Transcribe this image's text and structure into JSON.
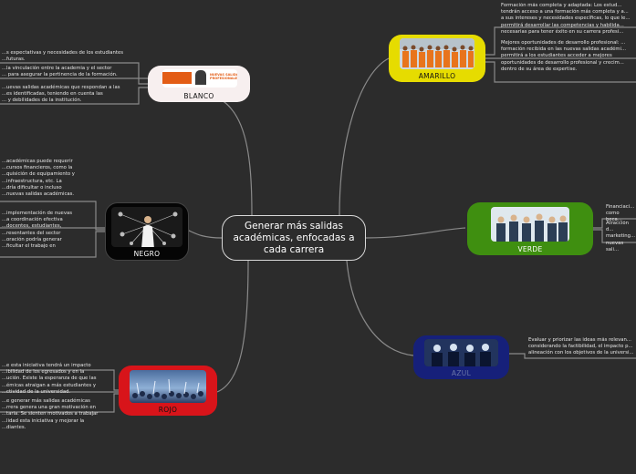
{
  "central_topic": "Generar más salidas académicas, enfocadas a cada carrera",
  "colors": {
    "background": "#2c2c2c",
    "blanco": "#f7efef",
    "negro": "#050505",
    "rojo": "#d8141a",
    "amarillo": "#e6dc00",
    "verde": "#3f8f10",
    "azul": "#16207a"
  },
  "nodes": {
    "blanco": {
      "label": "BLANCO",
      "image_text": "NUEVAS SALIDAS PROFESIONALES"
    },
    "negro": {
      "label": "NEGRO"
    },
    "rojo": {
      "label": "ROJO"
    },
    "amarillo": {
      "label": "AMARILLO"
    },
    "verde": {
      "label": "VERDE"
    },
    "azul": {
      "label": "AZUL"
    }
  },
  "notes": {
    "blanco_1": "...s expectativas y necesidades de los estudiantes\n...futuras.",
    "blanco_2": "...la vinculación entre la academia y el sector\n... para asegurar la pertinencia de la formación.",
    "blanco_3": "...uevas salidas académicas que respondan a las\n...es identificadas, teniendo en cuenta las\n... y debilidades de la institución.",
    "negro_1": "...académicas puede requerir\n...cursos financieros, como la\n...quisición de equipamiento y\n...infraestructura, etc. La\n...dría dificultar o incluso\n...nuevas salidas académicas.",
    "negro_2": "...implementación de nuevas\n...a coordinación efectiva\n...docentes, estudiantes,\n...resentantes del sector\n...oración podría generar\n...ficultar el trabajo en",
    "rojo_1": "...e esta iniciativa tendrá un impacto\n...ibilidad de los egresados y en la\n...ución. Existe la esperanza de que las\n...émicas atraigan a más estudiantes y\n...ctividad de la universidad.",
    "rojo_2": "...e generar más salidas académicas\n...rrera genera una gran motivación en\n...taria. Se sienten motivados a trabajar\n...lidad esta iniciativa y mejorar la\n...diantes.",
    "amarillo_1": "Formación más completa y adaptada: Los estud...\ntendrán acceso a una formación más completa y a...\na sus intereses y necesidades específicas, lo que le...\npermitirá desarrollar las competencias y habilida...\nnecesarias para tener éxito en su carrera profesi...",
    "amarillo_2": "Mejores oportunidades de desarrollo profesional: ...\nformación recibida en las nuevas salidas académi...\npermitirá a los estudiantes acceder a mejores\noportunidades de desarrollo profesional y crecim...\ndentro de su área de expertise.",
    "verde_1": "Financiaci...\ncomo beca...",
    "verde_2": "Atracción d...\nmarketing...\nnuevas sali...",
    "azul_1": "Evaluar y priorizar las ideas más relevan...\nconsiderando la factibilidad, el impacto p...\nalineación con los objetivos de la universi..."
  }
}
